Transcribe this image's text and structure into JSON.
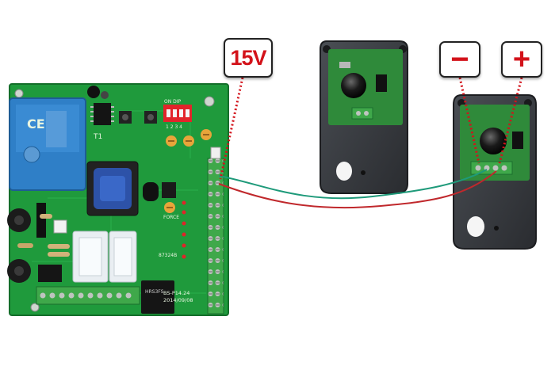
{
  "callouts": {
    "voltage": "15V",
    "negative": "−",
    "positive": "+"
  },
  "board": {
    "transformer_mark": "CE",
    "ref_t1": "T1",
    "dip_label": "ON DIP",
    "dip_numbers": "1 2 3 4",
    "force_label": "FORCE",
    "model_label": "BS-P14.24",
    "date_label": "2014/09/08",
    "chip_label": "87324B",
    "relay_label": "HRS3FS"
  },
  "colors": {
    "pcb_green": "#1f9a3c",
    "callout_red": "#d3121a",
    "wire_green": "#1e9a7a",
    "wire_red": "#c0282c",
    "remote_body": "#3a3d42"
  }
}
